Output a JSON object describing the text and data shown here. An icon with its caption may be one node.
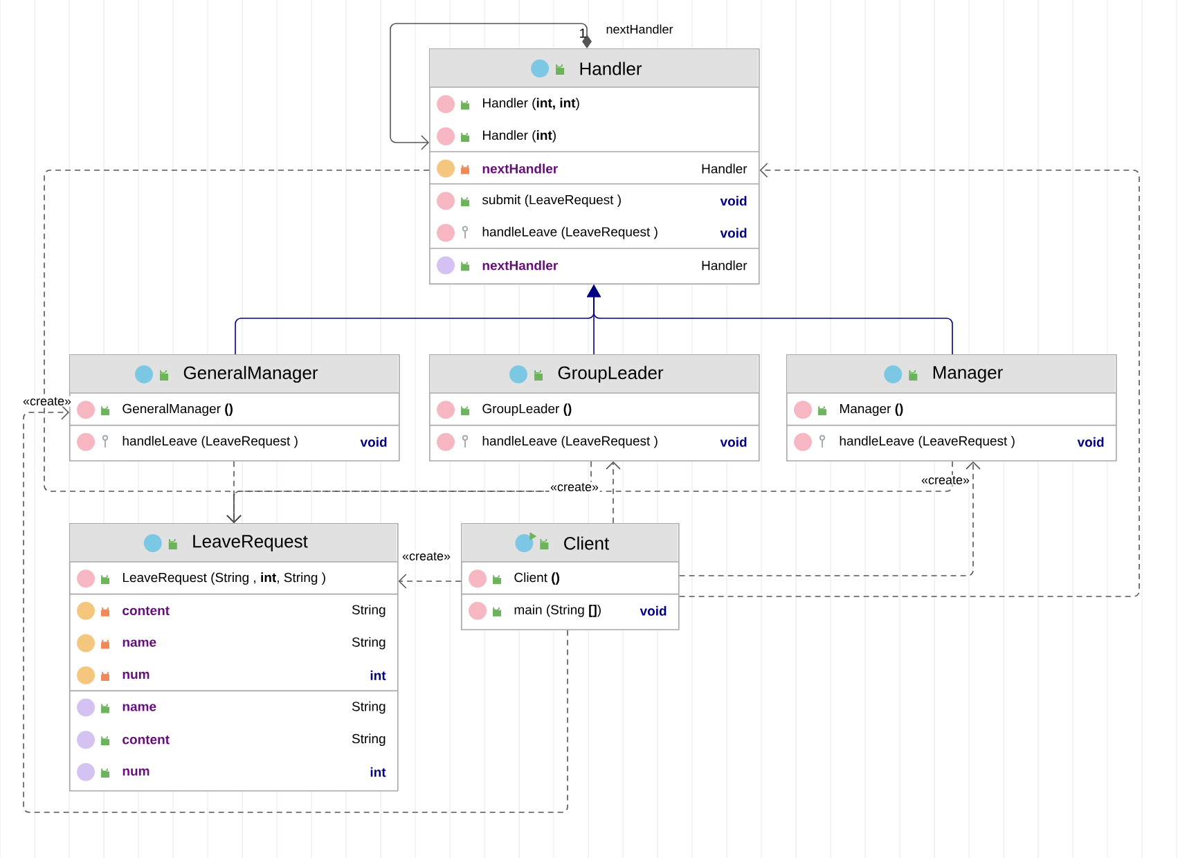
{
  "diagram": {
    "nodes": [
      {
        "text": [
          "Handler",
          "Handler (**int, int**)",
          "Handler (**int**)",
          "nextHandler",
          "Handler",
          "submit (LeaveRequest )",
          "void",
          "handleLeave (LeaveRequest )",
          "void",
          "nextHandler",
          "Handler"
        ]
      },
      {
        "text": [
          "GeneralManager",
          "GeneralManager **()**",
          "handleLeave (LeaveRequest )",
          "void"
        ]
      },
      {
        "text": [
          "GroupLeader",
          "GroupLeader **()**",
          "handleLeave (LeaveRequest )",
          "void"
        ]
      },
      {
        "text": [
          "Manager",
          "Manager **()**",
          "handleLeave (LeaveRequest )",
          "void"
        ]
      },
      {
        "text": [
          "LeaveRequest",
          "LeaveRequest (String , **int**, String )",
          "content",
          "String",
          "name",
          "String",
          "num",
          "int",
          "name",
          "String",
          "content",
          "String",
          "num",
          "int"
        ]
      },
      {
        "text": [
          "Client",
          "Client **()**",
          "main (String **[]**)",
          "void"
        ]
      }
    ],
    "edges": [
      {
        "from": 0,
        "to": 0,
        "arrow": "to",
        "label": "nextHandler"
      },
      {
        "from": 1,
        "to": 0,
        "arrow": "to",
        "color": "#000080"
      },
      {
        "from": 2,
        "to": 0,
        "arrow": "to",
        "color": "#000080"
      },
      {
        "from": 3,
        "to": 0,
        "arrow": "to",
        "color": "#000080"
      },
      {
        "from": 0,
        "to": 4,
        "arrow": "to",
        "style": "dashed"
      },
      {
        "from": 1,
        "to": 4,
        "arrow": "to",
        "style": "dashed"
      },
      {
        "from": 2,
        "to": 4,
        "arrow": "to",
        "style": "dashed"
      },
      {
        "from": 3,
        "to": 4,
        "arrow": "to",
        "style": "dashed"
      },
      {
        "from": 5,
        "to": 4,
        "arrow": "to",
        "style": "dashed",
        "label": "«create»"
      },
      {
        "from": 5,
        "to": 1,
        "arrow": "to",
        "style": "dashed",
        "label": "«create»"
      },
      {
        "from": 5,
        "to": 2,
        "arrow": "to",
        "style": "dashed",
        "label": "«create»"
      },
      {
        "from": 5,
        "to": 3,
        "arrow": "to",
        "style": "dashed",
        "label": "«create»"
      },
      {
        "from": 5,
        "to": 0,
        "arrow": "to",
        "style": "dashed"
      }
    ],
    "labels": [
      "1"
    ]
  }
}
